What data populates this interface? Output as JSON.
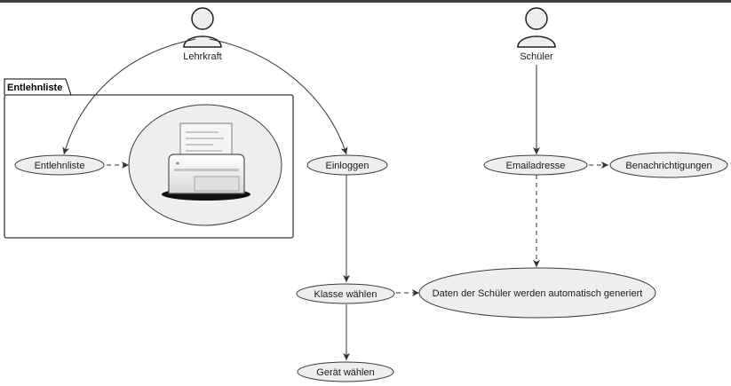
{
  "actors": {
    "teacher": "Lehrkraft",
    "student": "Schüler"
  },
  "package": {
    "title": "Entlehnliste"
  },
  "use_cases": {
    "lending_list": "Entlehnliste",
    "login": "Einloggen",
    "choose_class": "Klasse wählen",
    "choose_device": "Gerät wählen",
    "email": "Emailadresse",
    "notifications": "Benachrichtigungen",
    "auto_data": "Daten der Schüler werden automatisch generiert"
  },
  "icons": {
    "actor": "user-icon",
    "printer": "printer-icon"
  },
  "colors": {
    "ellipse_fill": "#eeeeee",
    "top_border": "#333333"
  }
}
